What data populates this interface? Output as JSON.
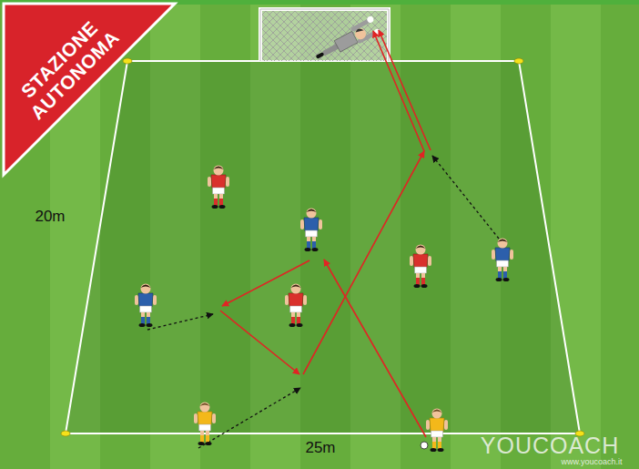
{
  "diagram": {
    "nodes": [
      {
        "text": [
          "STAZIONE AUTONOMA"
        ]
      }
    ],
    "labels": [
      "20m",
      "25m",
      "YOUCOACH",
      "www.youcoach.it"
    ]
  }
}
